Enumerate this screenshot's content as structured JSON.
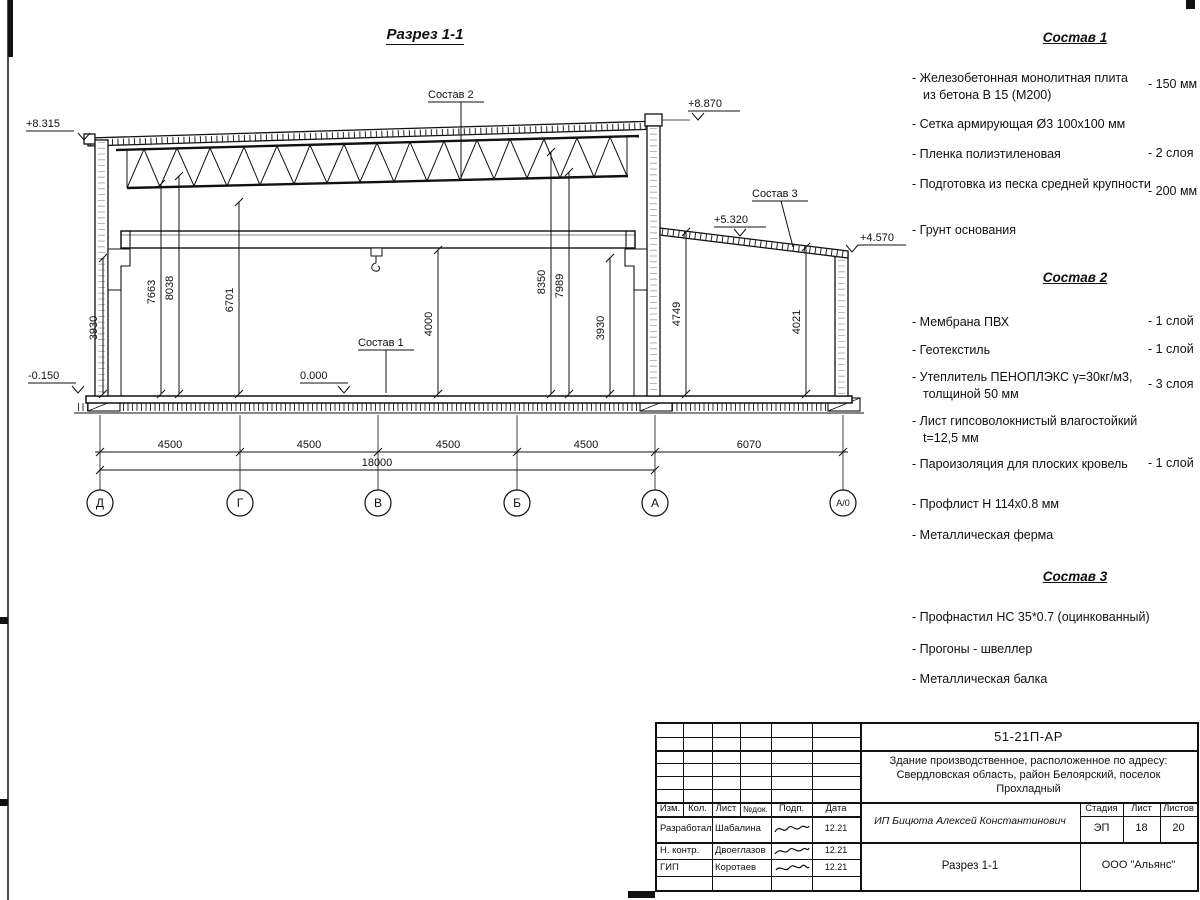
{
  "sheet": {
    "title": "Разрез 1-1"
  },
  "section": {
    "elevations": {
      "left_top": "+8.315",
      "right_top": "+8.870",
      "annex_left": "+5.320",
      "annex_right": "+4.570",
      "ground": "-0.150",
      "floor": "0.000"
    },
    "callouts": {
      "sostav1": "Состав 1",
      "sostav2": "Состав 2",
      "sostav3": "Состав 3"
    },
    "vdims": [
      "3930",
      "7663",
      "8038",
      "6701",
      "4000",
      "8350",
      "7989",
      "3930",
      "4749",
      "4021"
    ],
    "hdims": [
      "4500",
      "4500",
      "4500",
      "4500"
    ],
    "hdim_total": "18000",
    "hdim_annex": "6070",
    "axes": [
      "Д",
      "Г",
      "В",
      "Б",
      "А",
      "А/0"
    ]
  },
  "compositions": [
    {
      "title": "Состав 1",
      "items": [
        {
          "text": "- Железобетонная монолитная плита из бетона В 15 (М200)",
          "qty": "- 150 мм"
        },
        {
          "text": "- Сетка армирующая Ø3 100x100 мм",
          "qty": ""
        },
        {
          "text": "- Пленка полиэтиленовая",
          "qty": "- 2 слоя"
        },
        {
          "text": "- Подготовка из песка средней крупности",
          "qty": "- 200 мм"
        },
        {
          "text": "- Грунт основания",
          "qty": ""
        }
      ]
    },
    {
      "title": "Состав 2",
      "items": [
        {
          "text": "- Мембрана ПВХ",
          "qty": "- 1 слой"
        },
        {
          "text": "- Геотекстиль",
          "qty": "- 1 слой"
        },
        {
          "text": "- Утеплитель ПЕНОПЛЭКС γ=30кг/м3, толщиной 50 мм",
          "qty": "- 3 слоя"
        },
        {
          "text": "- Лист гипсоволокнистый влагостойкий t=12,5 мм",
          "qty": ""
        },
        {
          "text": "- Пароизоляция для плоских кровель",
          "qty": "- 1 слой"
        },
        {
          "text": "- Профлист Н 114x0.8 мм",
          "qty": ""
        },
        {
          "text": "- Металлическая ферма",
          "qty": ""
        }
      ]
    },
    {
      "title": "Состав 3",
      "items": [
        {
          "text": "- Профнастил НС 35*0.7 (оцинкованный)",
          "qty": ""
        },
        {
          "text": "- Прогоны - швеллер",
          "qty": ""
        },
        {
          "text": "- Металлическая балка",
          "qty": ""
        }
      ]
    }
  ],
  "titleblock": {
    "doc_number": "51-21П-АР",
    "description": "Здание производственное, расположенное по адресу: Свердловская область, район Белоярский, поселок Прохладный",
    "col_izm": "Изм.",
    "col_kol": "Кол.",
    "col_list": "Лист",
    "col_ndok": "№док.",
    "col_podp": "Подп.",
    "col_data": "Дата",
    "row1_role": "Разработал",
    "row1_name": "Шабалина",
    "row1_date": "12.21",
    "row2_role": "Н. контр.",
    "row2_name": "Двоеглазов",
    "row2_date": "12.21",
    "row3_role": "ГИП",
    "row3_name": "Коротаев",
    "row3_date": "12.21",
    "person": "ИП Бицюта Алексей Константинович",
    "stage_label": "Стадия",
    "list_label": "Лист",
    "listov_label": "Листов",
    "stage": "ЭП",
    "list": "18",
    "listov": "20",
    "drawing_name": "Разрез 1-1",
    "org": "ООО \"Альянс\""
  }
}
